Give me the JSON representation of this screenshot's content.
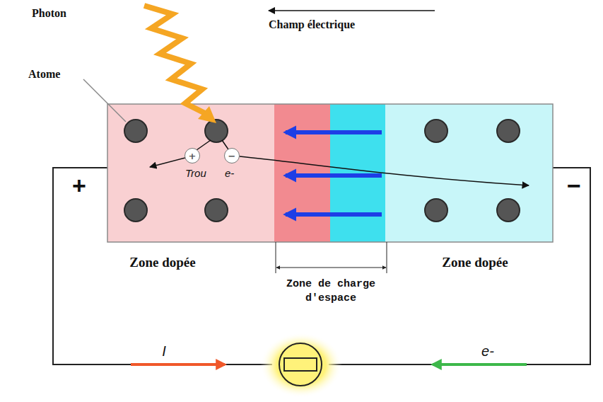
{
  "diagram": {
    "nodes": [
      {
        "text": [
          "+"
        ]
      },
      {
        "text": [
          "−"
        ]
      }
    ],
    "labels": [
      "Photon",
      "Champ électrique",
      "Atome",
      "Trou",
      "e-",
      "+",
      "−",
      "Zone dopée",
      "Zone de charge d'espace",
      "Zone dopée",
      "I",
      "e-"
    ]
  }
}
